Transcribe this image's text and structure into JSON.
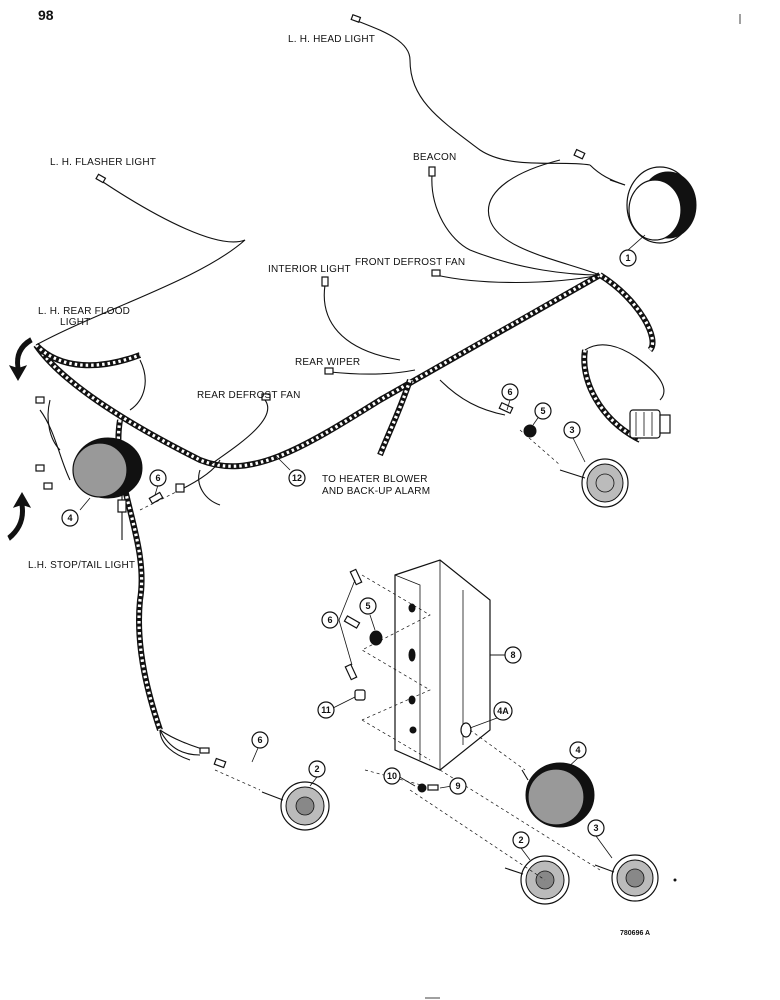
{
  "page_number": "98",
  "figure_code": "780696 A",
  "labels": {
    "lh_head_light": "L. H. HEAD LIGHT",
    "lh_flasher_light": "L. H. FLASHER LIGHT",
    "beacon": "BEACON",
    "interior_light": "INTERIOR LIGHT",
    "front_defrost_fan": "FRONT DEFROST FAN",
    "lh_rear_flood_light_1": "L. H. REAR FLOOD",
    "lh_rear_flood_light_2": "LIGHT",
    "rear_wiper": "REAR WIPER",
    "rear_defrost_fan": "REAR DEFROST FAN",
    "heater_blower_1": "TO HEATER BLOWER",
    "heater_blower_2": "AND BACK-UP ALARM",
    "lh_stop_tail_light": "L.H. STOP/TAIL LIGHT"
  },
  "callouts": {
    "c1": "1",
    "c2a": "2",
    "c2b": "2",
    "c3a": "3",
    "c3b": "3",
    "c4a": "4",
    "c4b": "4",
    "c4A": "4A",
    "c5a": "5",
    "c5b": "5",
    "c6a": "6",
    "c6b": "6",
    "c6c": "6",
    "c6d": "6",
    "c8": "8",
    "c9": "9",
    "c10": "10",
    "c11": "11",
    "c12": "12"
  }
}
